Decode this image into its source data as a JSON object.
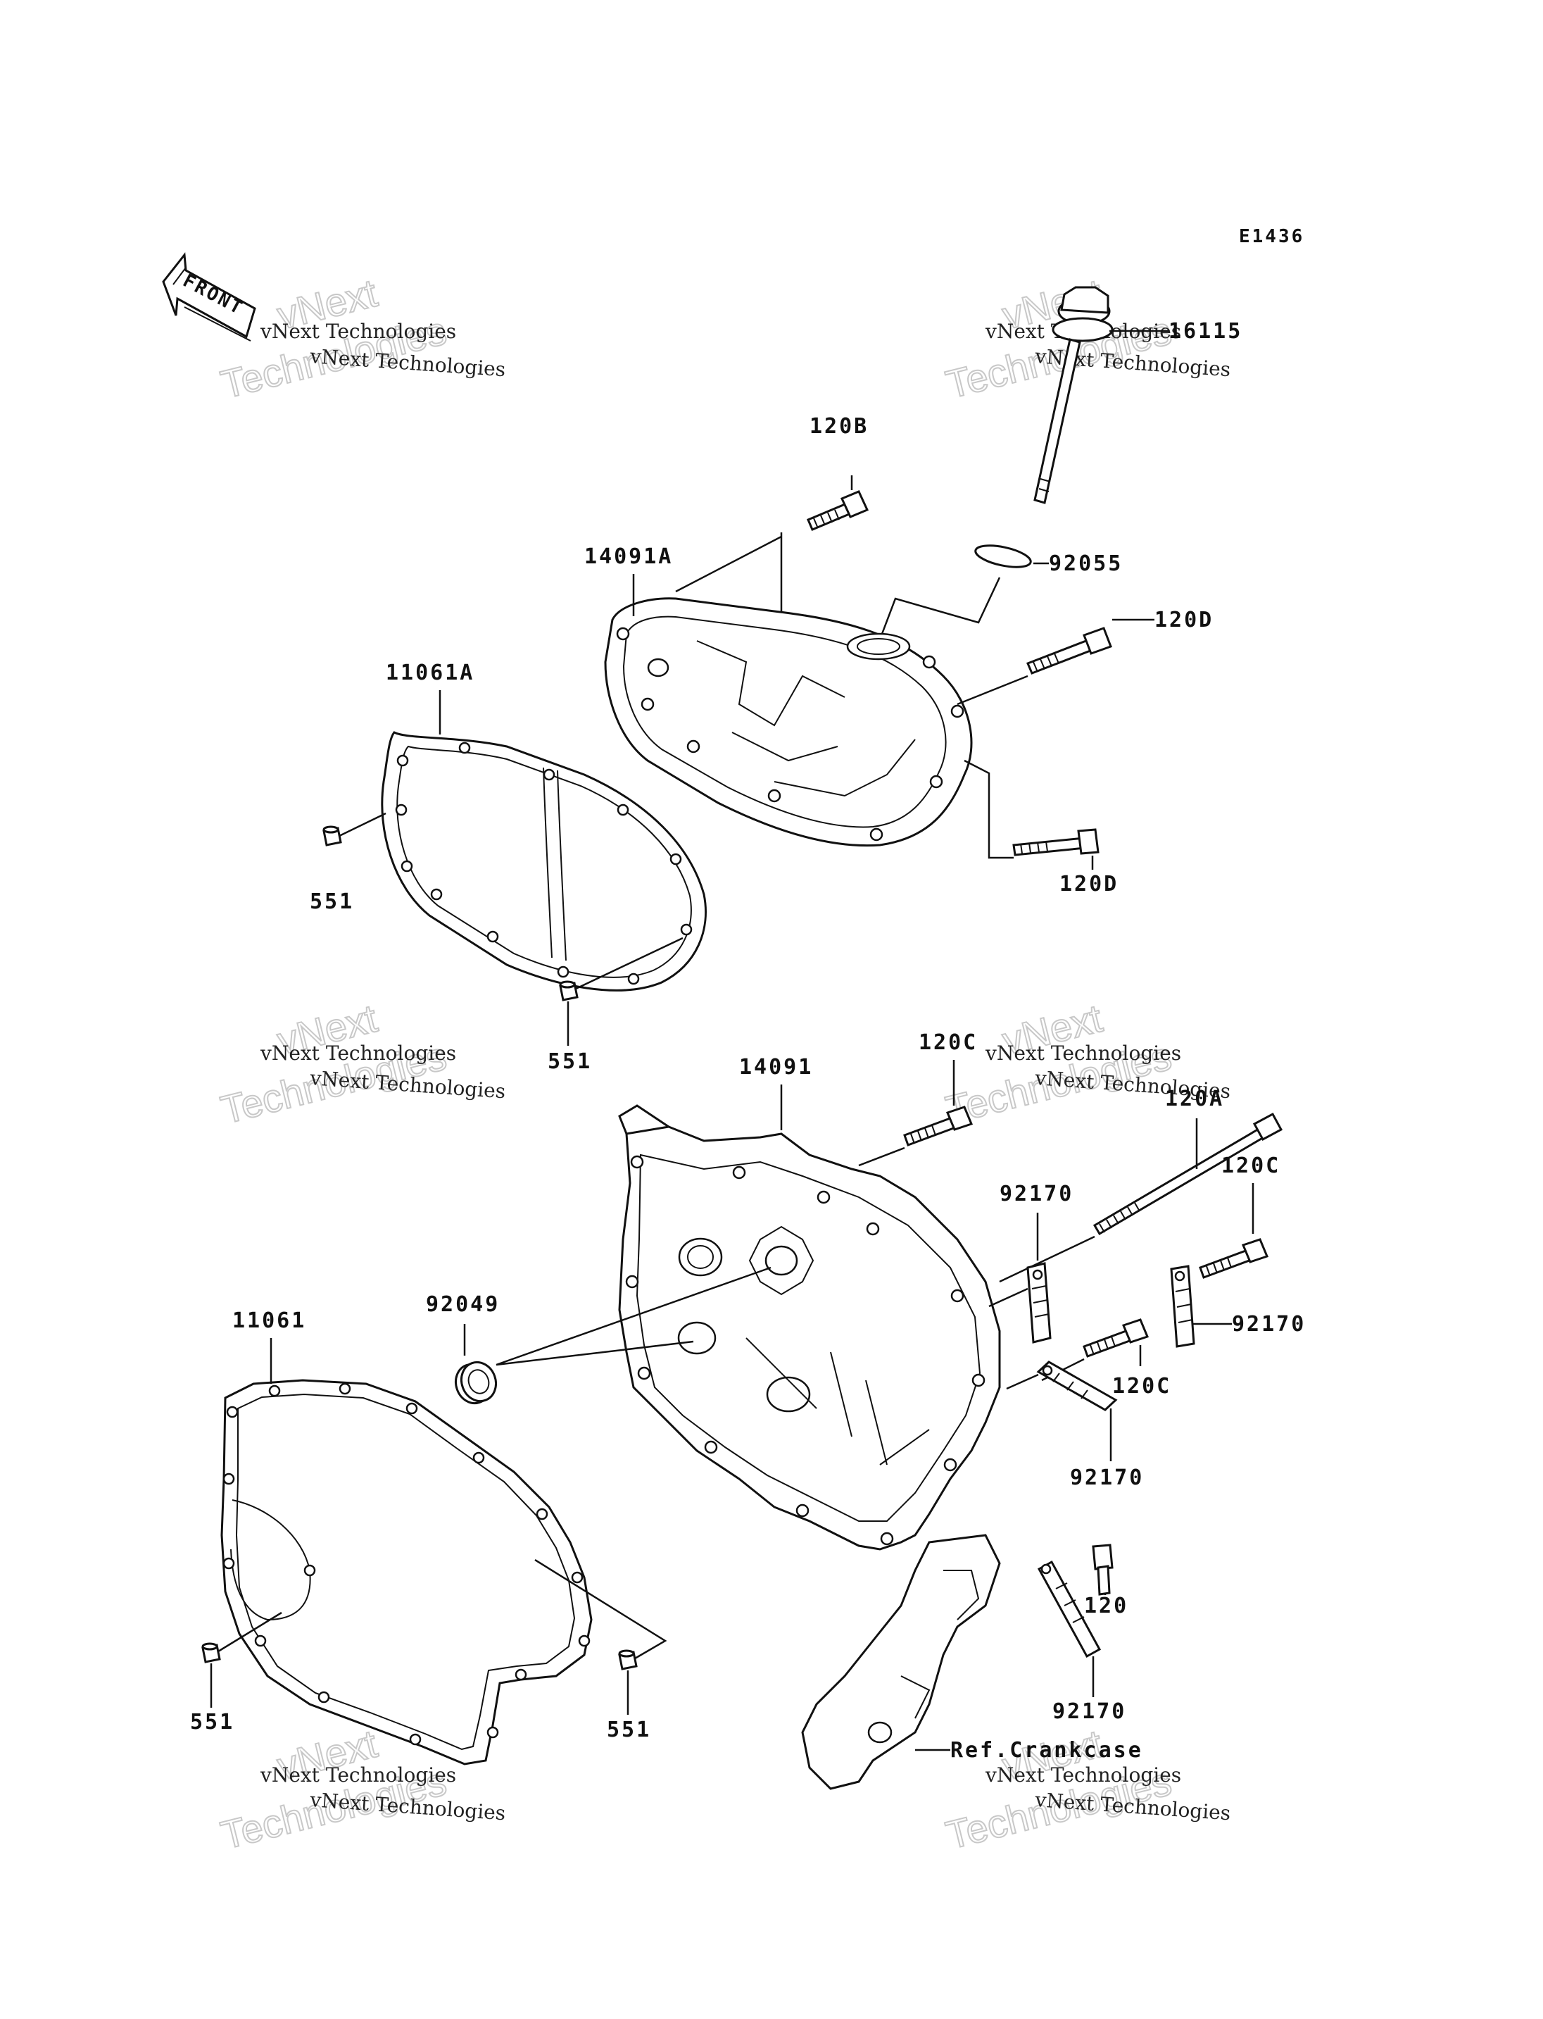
{
  "diagram_code": "E1436",
  "front_arrow_label": "FRONT",
  "watermark": {
    "line1": "vNext Technologies",
    "line2": "vNext Technologies"
  },
  "labels": {
    "p16115": "16115",
    "p120B": "120B",
    "p14091A": "14091A",
    "p92055": "92055",
    "p120D_top": "120D",
    "p11061A": "11061A",
    "p551_a": "551",
    "p120D_bottom": "120D",
    "p551_b": "551",
    "p120C_top": "120C",
    "p14091": "14091",
    "p120A": "120A",
    "p92170_a": "92170",
    "p120C_right": "120C",
    "p92049": "92049",
    "p92170_b": "92170",
    "p11061": "11061",
    "p120C_mid": "120C",
    "p92170_c": "92170",
    "p120": "120",
    "p551_c": "551",
    "p551_d": "551",
    "p92170_d": "92170",
    "ref_crankcase": "Ref.Crankcase"
  }
}
